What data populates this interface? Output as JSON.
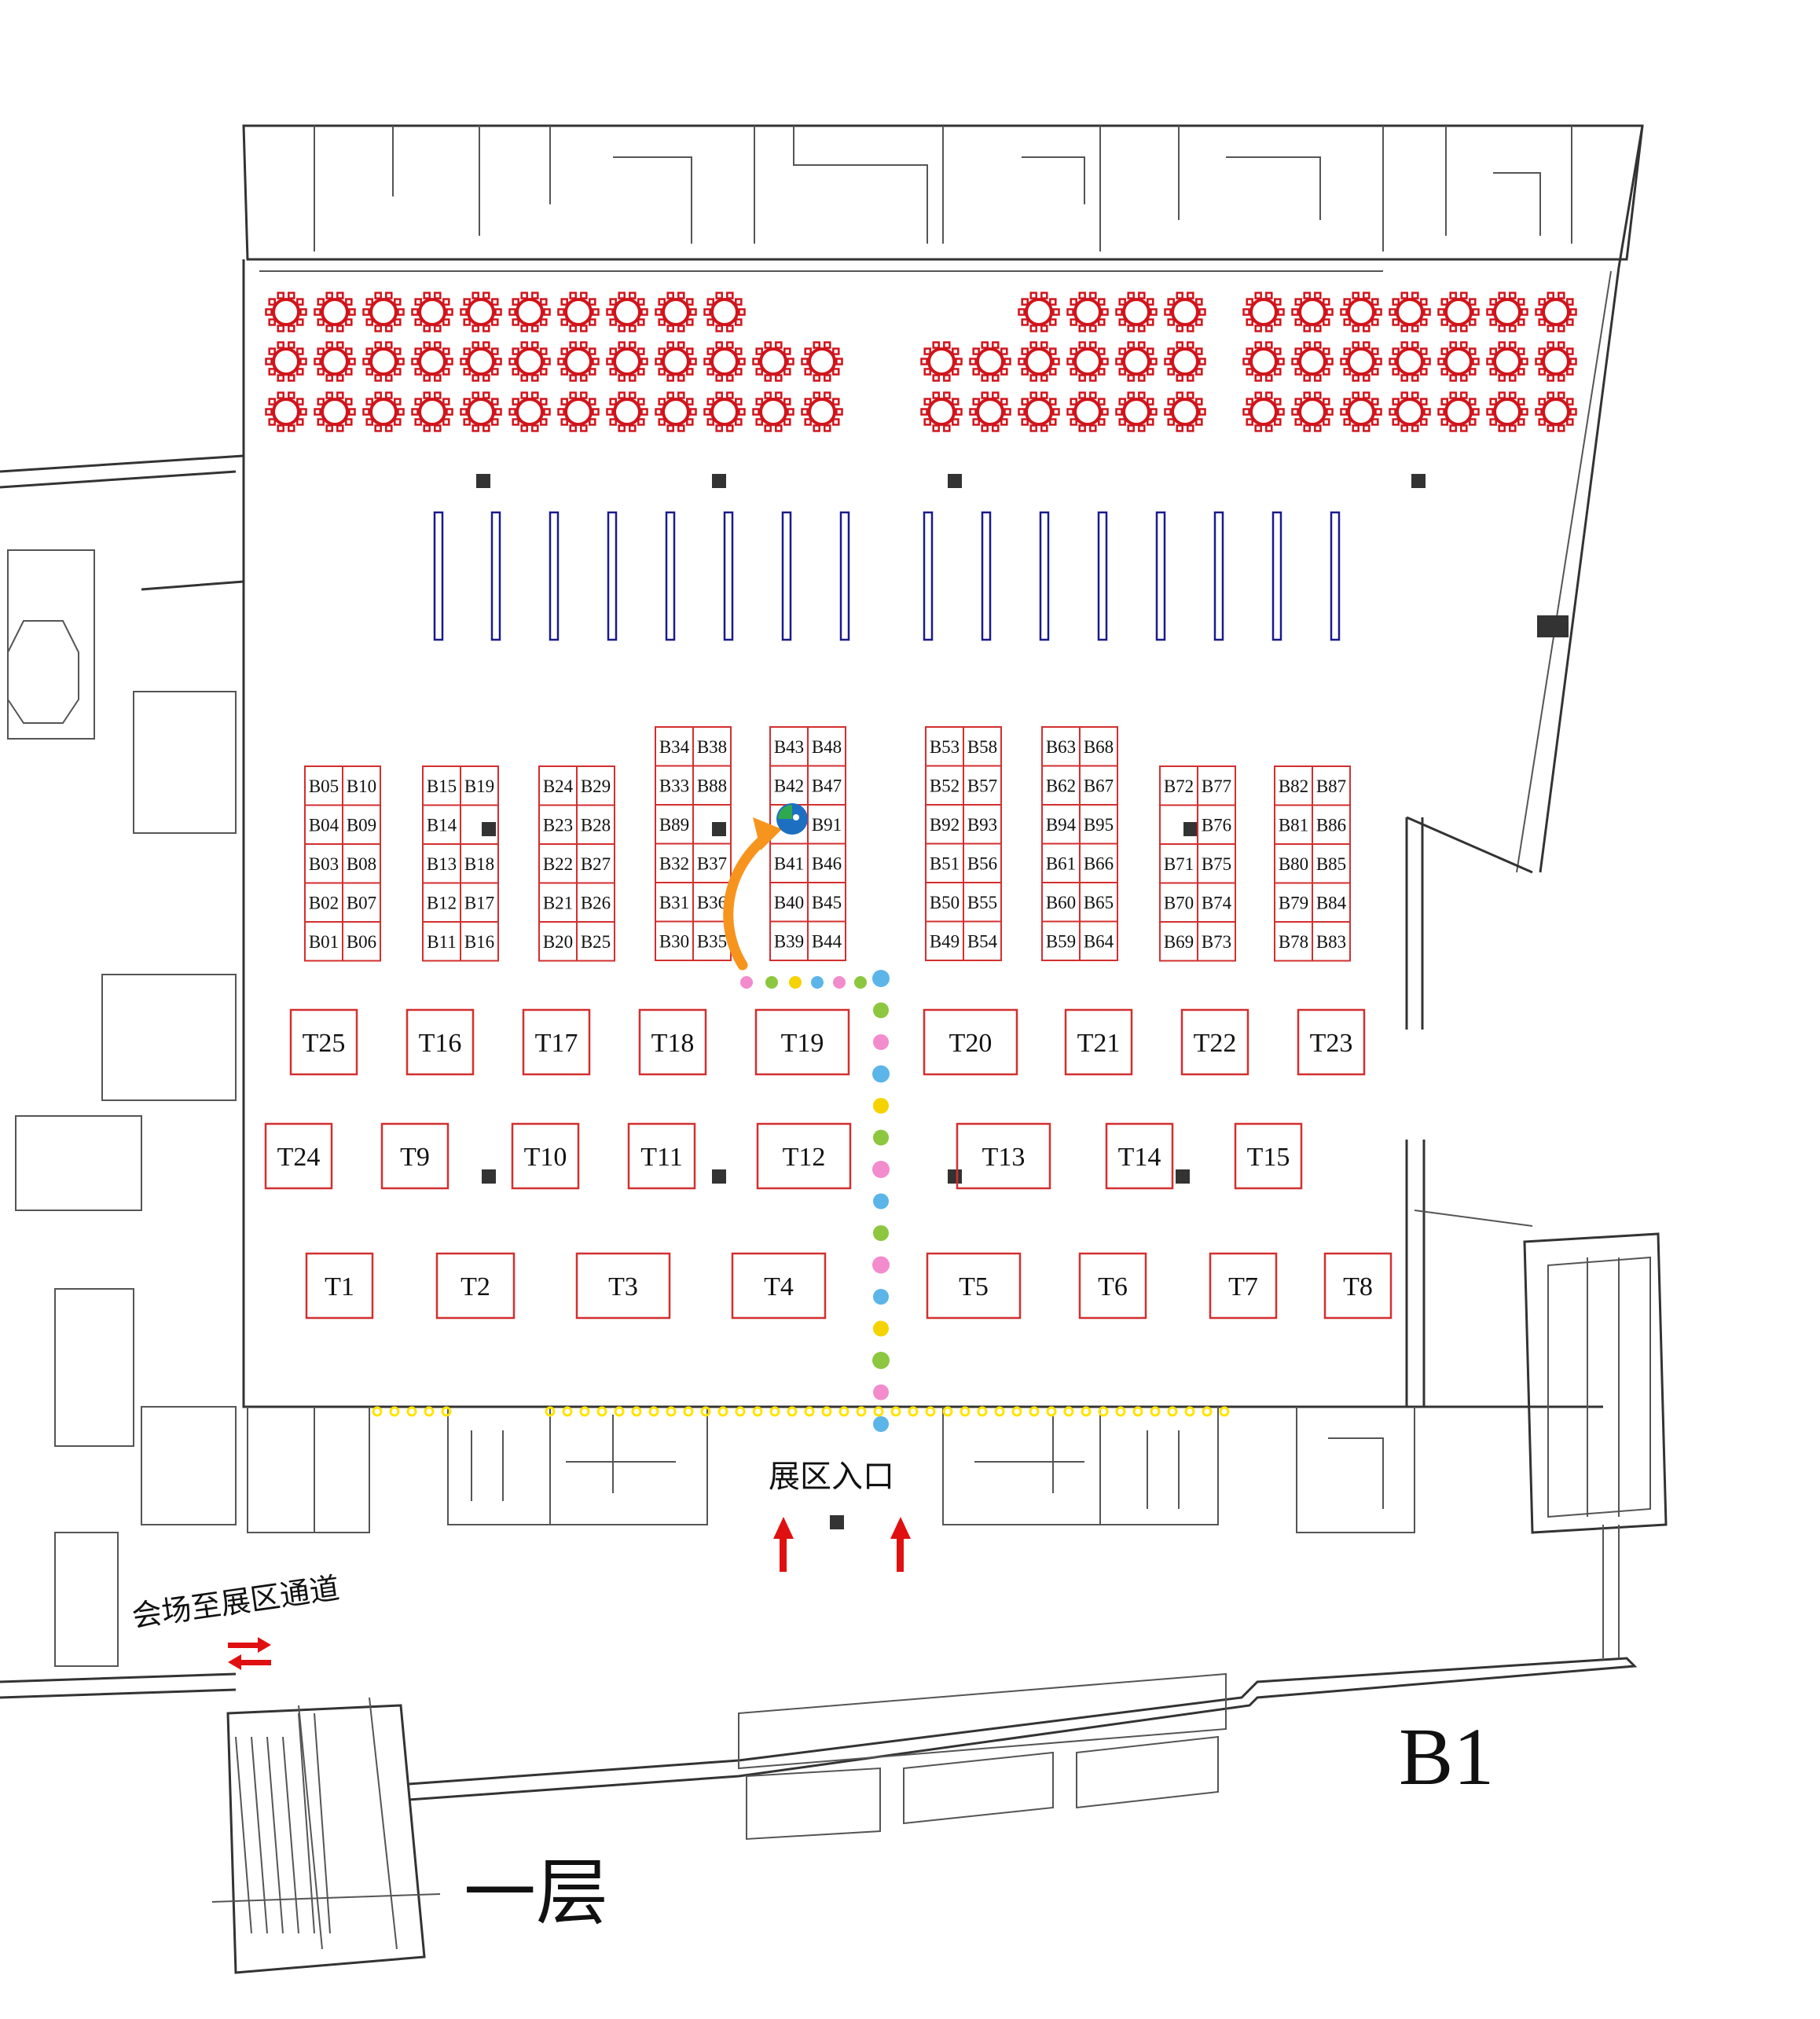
{
  "labels": {
    "entrance": "展区入口",
    "corridor": "会场至展区通道",
    "floor1": "一层",
    "b1": "B1"
  },
  "booth_columns": [
    [
      [
        "B05",
        "B10"
      ],
      [
        "B04",
        "B09"
      ],
      [
        "B03",
        "B08"
      ],
      [
        "B02",
        "B07"
      ],
      [
        "B01",
        "B06"
      ]
    ],
    [
      [
        "B15",
        "B19"
      ],
      [
        "B14",
        ""
      ],
      [
        "B13",
        "B18"
      ],
      [
        "B12",
        "B17"
      ],
      [
        "B11",
        "B16"
      ]
    ],
    [
      [
        "B24",
        "B29"
      ],
      [
        "B23",
        "B28"
      ],
      [
        "B22",
        "B27"
      ],
      [
        "B21",
        "B26"
      ],
      [
        "B20",
        "B25"
      ]
    ],
    [
      [
        "B34",
        "B38"
      ],
      [
        "B33",
        "B88"
      ],
      [
        "B89",
        ""
      ],
      [
        "B32",
        "B37"
      ],
      [
        "B31",
        "B36"
      ],
      [
        "B30",
        "B35"
      ]
    ],
    [
      [
        "B43",
        "B48"
      ],
      [
        "B42",
        "B47"
      ],
      [
        "",
        "B91"
      ],
      [
        "B41",
        "B46"
      ],
      [
        "B40",
        "B45"
      ],
      [
        "B39",
        "B44"
      ]
    ],
    [
      [
        "B53",
        "B58"
      ],
      [
        "B52",
        "B57"
      ],
      [
        "B92",
        "B93"
      ],
      [
        "B51",
        "B56"
      ],
      [
        "B50",
        "B55"
      ],
      [
        "B49",
        "B54"
      ]
    ],
    [
      [
        "B63",
        "B68"
      ],
      [
        "B62",
        "B67"
      ],
      [
        "B94",
        "B95"
      ],
      [
        "B61",
        "B66"
      ],
      [
        "B60",
        "B65"
      ],
      [
        "B59",
        "B64"
      ]
    ],
    [
      [
        "B72",
        "B77"
      ],
      [
        "",
        "B76"
      ],
      [
        "B71",
        "B75"
      ],
      [
        "B70",
        "B74"
      ],
      [
        "B69",
        "B73"
      ]
    ],
    [
      [
        "B82",
        "B87"
      ],
      [
        "B81",
        "B86"
      ],
      [
        "B80",
        "B85"
      ],
      [
        "B79",
        "B84"
      ],
      [
        "B78",
        "B83"
      ]
    ]
  ],
  "tables": {
    "row1": [
      "T25",
      "T16",
      "T17",
      "T18",
      "T19",
      "T20",
      "T21",
      "T22",
      "T23"
    ],
    "row2": [
      "T24",
      "T9",
      "T10",
      "T11",
      "T12",
      "T13",
      "T14",
      "T15"
    ],
    "row3": [
      "T1",
      "T2",
      "T3",
      "T4",
      "T5",
      "T6",
      "T7",
      "T8"
    ]
  },
  "colors": {
    "booth_border": "#d32f2f",
    "round_table": "#d0141c",
    "blue_table": "#1a1a8c",
    "arrow_red": "#e01010",
    "path_arrow": "#f7941d",
    "dot_pink": "#f28ccd",
    "dot_green": "#8dc63f",
    "dot_blue": "#5bb5e8",
    "dot_yellow": "#f5d300",
    "door_yellow": "#ffe400"
  },
  "icons": {
    "you_are_here": "location-marker-icon",
    "entry_arrows": "up-arrow-icon",
    "two_way": "bidirectional-arrow-icon"
  }
}
